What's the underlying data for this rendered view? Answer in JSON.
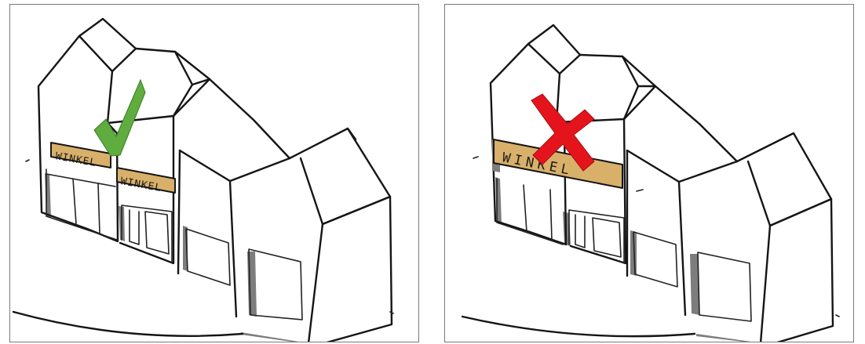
{
  "panels": [
    {
      "verdict": "correct",
      "mark": "check",
      "sign_text": "WINKEL"
    },
    {
      "verdict": "incorrect",
      "mark": "cross",
      "sign_text": "WINKEL"
    }
  ],
  "colors": {
    "sign_fill": "#d9b06a",
    "check_green": "#5fad3e",
    "cross_red": "#e5141c",
    "line": "#151515",
    "shadow": "#7d7d7d"
  }
}
